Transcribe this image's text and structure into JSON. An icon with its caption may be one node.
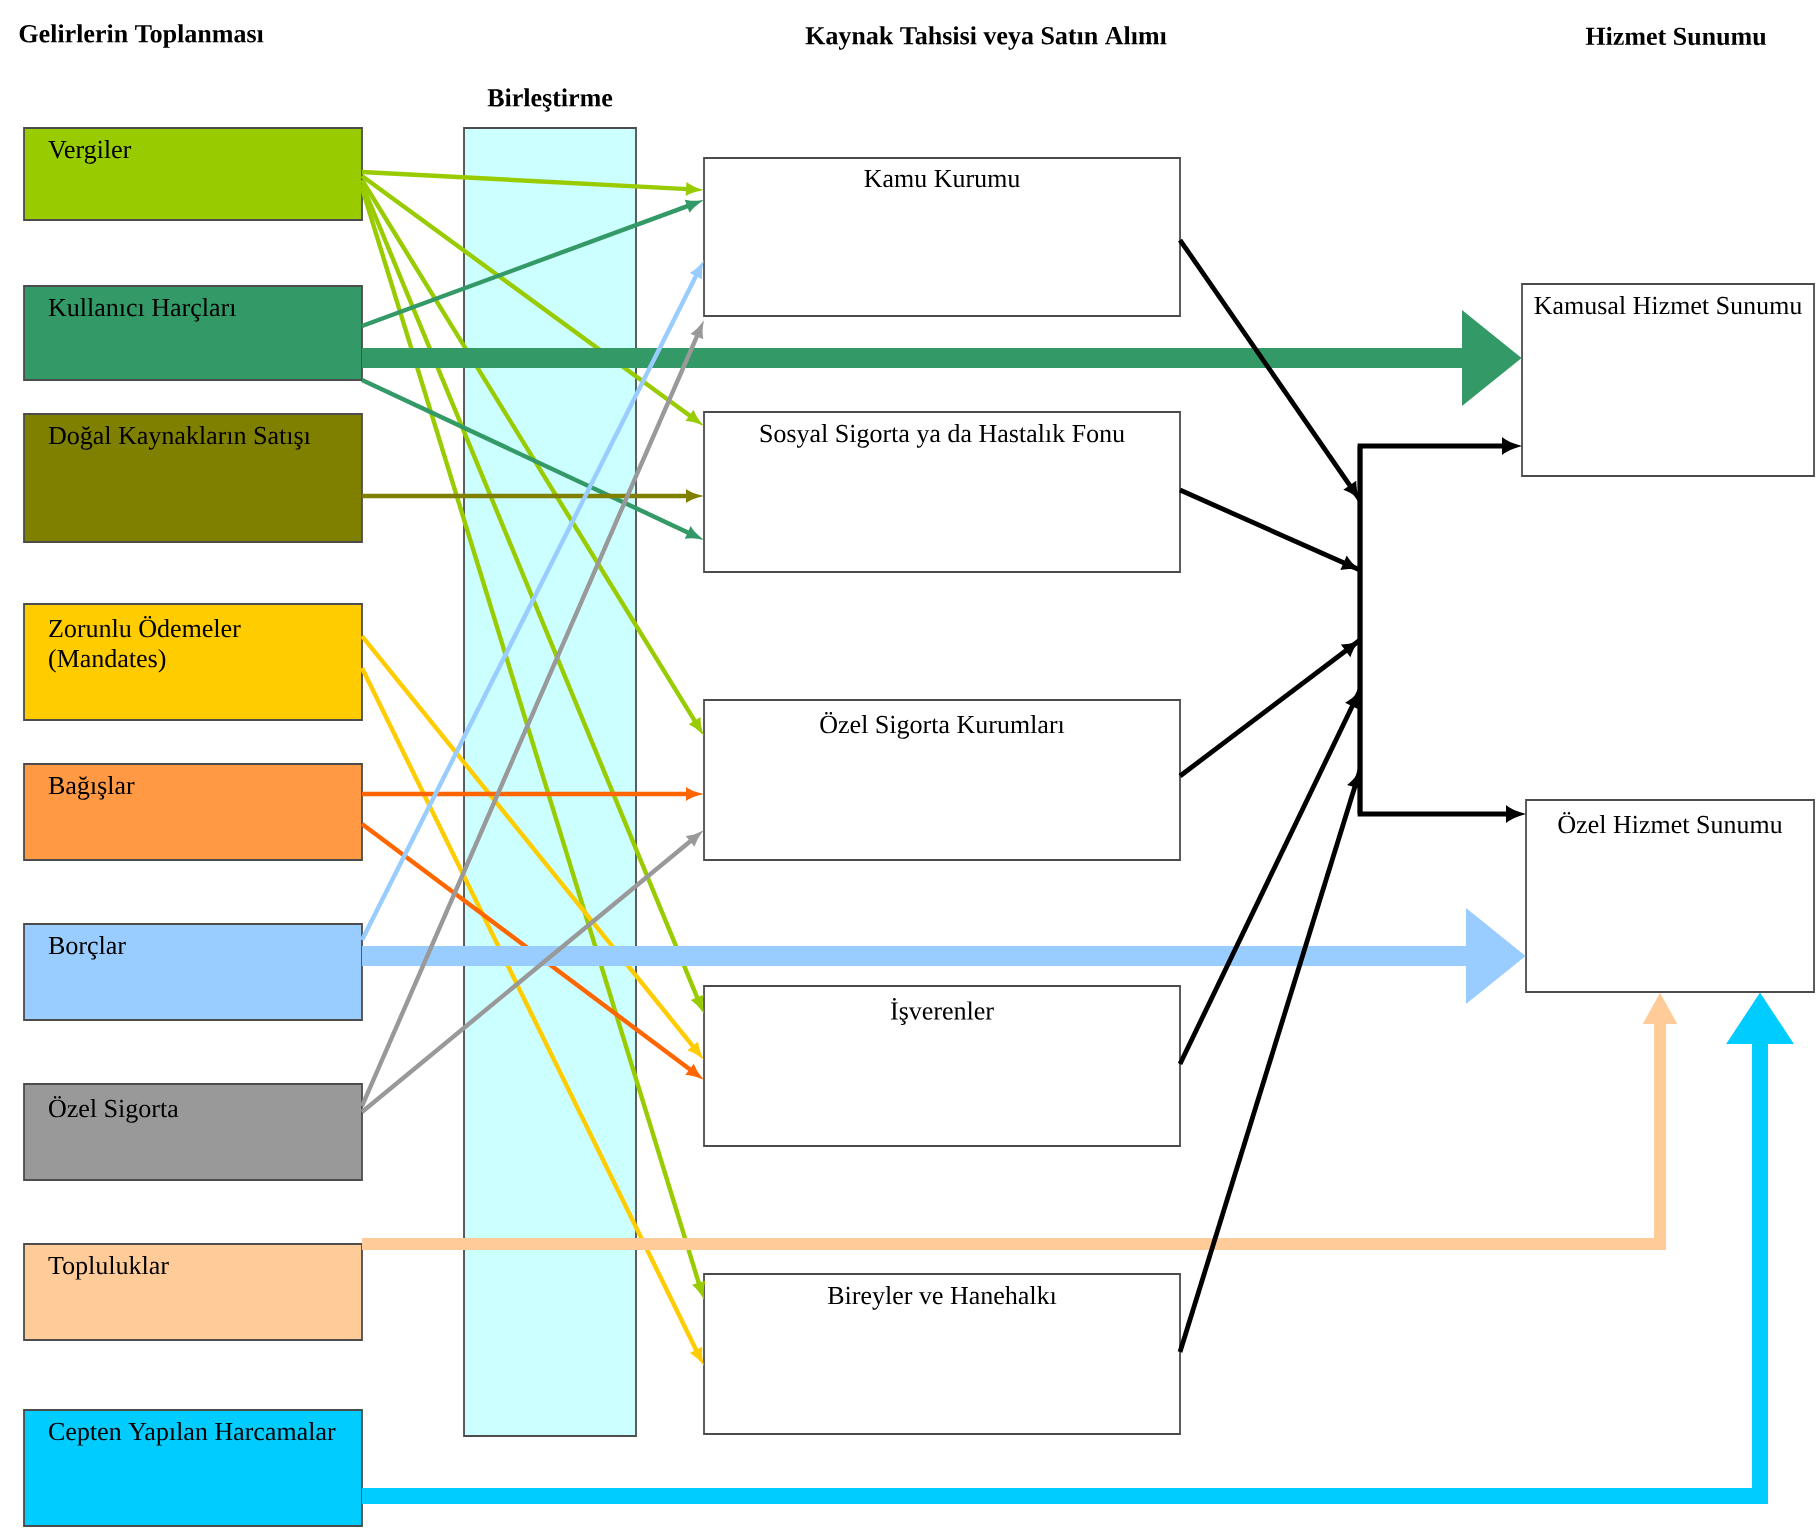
{
  "diagram": {
    "nodes": [
      {
        "text": [
          "Vergiler"
        ]
      },
      {
        "text": [
          "Kullanıcı Harçları"
        ]
      },
      {
        "text": [
          "Doğal Kaynakların Satışı"
        ]
      },
      {
        "text": [
          "Zorunlu Ödemeler (Mandates)"
        ]
      },
      {
        "text": [
          "Bağışlar"
        ]
      },
      {
        "text": [
          "Borçlar"
        ]
      },
      {
        "text": [
          "Özel Sigorta"
        ]
      },
      {
        "text": [
          "Topluluklar"
        ]
      },
      {
        "text": [
          "Cepten Yapılan Harcamalar"
        ]
      },
      {
        "text": [
          "Kamu Kurumu"
        ]
      },
      {
        "text": [
          "Sosyal Sigorta ya da Hastalık Fonu"
        ]
      },
      {
        "text": [
          "Özel Sigorta Kurumları"
        ]
      },
      {
        "text": [
          "İşverenler"
        ]
      },
      {
        "text": [
          "Bireyler ve Hanehalkı"
        ]
      },
      {
        "text": [
          "Kamusal Hizmet Sunumu"
        ]
      },
      {
        "text": [
          "Özel Hizmet Sunumu"
        ]
      }
    ],
    "edges": [
      {
        "from": 0,
        "to": 9,
        "arrow": "to",
        "color": "#99cc00"
      },
      {
        "from": 0,
        "to": 10,
        "arrow": "to",
        "color": "#99cc00"
      },
      {
        "from": 0,
        "to": 11,
        "arrow": "to",
        "color": "#99cc00"
      },
      {
        "from": 0,
        "to": 12,
        "arrow": "to",
        "color": "#99cc00"
      },
      {
        "from": 0,
        "to": 13,
        "arrow": "to",
        "color": "#99cc00"
      },
      {
        "from": 1,
        "to": 9,
        "arrow": "to",
        "color": "#339966"
      },
      {
        "from": 1,
        "to": 10,
        "arrow": "to",
        "color": "#339966"
      },
      {
        "from": 1,
        "to": 14,
        "arrow": "to",
        "style": "thick",
        "color": "#339966"
      },
      {
        "from": 2,
        "to": 10,
        "arrow": "to",
        "color": "#808000"
      },
      {
        "from": 3,
        "to": 12,
        "arrow": "to",
        "color": "#ffcc00"
      },
      {
        "from": 3,
        "to": 13,
        "arrow": "to",
        "color": "#ffcc00"
      },
      {
        "from": 4,
        "to": 11,
        "arrow": "to",
        "color": "#ff6600"
      },
      {
        "from": 4,
        "to": 12,
        "arrow": "to",
        "color": "#ff6600"
      },
      {
        "from": 5,
        "to": 9,
        "arrow": "to",
        "color": "#99ccff"
      },
      {
        "from": 5,
        "to": 15,
        "arrow": "to",
        "style": "thick",
        "color": "#99ccff"
      },
      {
        "from": 6,
        "to": 9,
        "arrow": "to",
        "color": "#999999"
      },
      {
        "from": 6,
        "to": 11,
        "arrow": "to",
        "color": "#999999"
      },
      {
        "from": 7,
        "to": 15,
        "arrow": "to",
        "style": "thick",
        "color": "#ffcc99"
      },
      {
        "from": 8,
        "to": 15,
        "arrow": "to",
        "style": "thick",
        "color": "#00ccff"
      },
      {
        "from": 9,
        "to": 14,
        "arrow": "to"
      },
      {
        "from": 9,
        "to": 15,
        "arrow": "to"
      },
      {
        "from": 10,
        "to": 14,
        "arrow": "to"
      },
      {
        "from": 10,
        "to": 15,
        "arrow": "to"
      },
      {
        "from": 11,
        "to": 14,
        "arrow": "to"
      },
      {
        "from": 11,
        "to": 15,
        "arrow": "to"
      },
      {
        "from": 12,
        "to": 14,
        "arrow": "to"
      },
      {
        "from": 12,
        "to": 15,
        "arrow": "to"
      },
      {
        "from": 13,
        "to": 14,
        "arrow": "to"
      },
      {
        "from": 13,
        "to": 15,
        "arrow": "to"
      }
    ],
    "labels": [
      "Gelirlerin Toplanması",
      "Kaynak Tahsisi veya Satın Alımı",
      "Hizmet Sunumu",
      "Birleştirme"
    ]
  }
}
